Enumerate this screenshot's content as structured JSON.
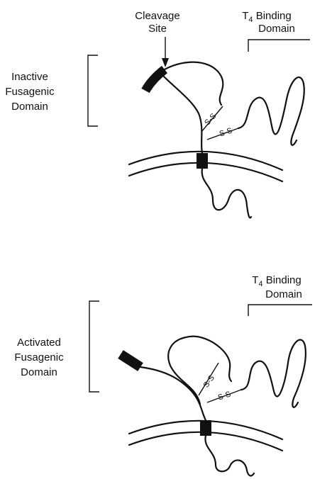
{
  "top": {
    "cleavage_line1": "Cleavage",
    "cleavage_line2": "Site",
    "t4_prefix": "T",
    "t4_sub": "4",
    "binding_line1": " Binding",
    "domain_line2": "Domain",
    "left_line1": "Inactive",
    "left_line2": "Fusagenic",
    "left_line3": "Domain",
    "ss_upper": "S-S",
    "ss_lower": "S-S"
  },
  "bottom": {
    "t4_prefix": "T",
    "t4_sub": "4",
    "binding_line1": " Binding",
    "domain_line2": "Domain",
    "left_line1": "Activated",
    "left_line2": "Fusagenic",
    "left_line3": "Domain",
    "ss_upper": "S-S",
    "ss_lower": "S-S"
  }
}
